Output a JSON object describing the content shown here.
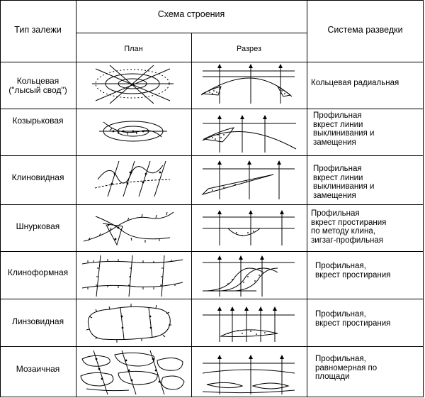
{
  "header": {
    "type_col": "Тип залежи",
    "scheme_col": "Схема строения",
    "plan_col": "План",
    "section_col": "Разрез",
    "system_col": "Система разведки"
  },
  "rows": [
    {
      "type": "Кольцевая\n(\"лысый свод\")",
      "system": "Кольцевая радиальная"
    },
    {
      "type": "Козырьковая",
      "system": "Профильная\nвкрест линии\nвыклинивания и\nзамещения"
    },
    {
      "type": "Клиновидная",
      "system": "Профильная\nвкрест линии\nвыклинивания и\nзамещения"
    },
    {
      "type": "Шнурковая",
      "system": "Профильная\nвкрест простирания\nпо методу клина,\nзигзаг-профильная"
    },
    {
      "type": "Клиноформная",
      "system": "Профильная,\nвкрест простирания"
    },
    {
      "type": "Линзовидная",
      "system": "Профильная,\nвкрест простирания"
    },
    {
      "type": "Мозаичная",
      "system": "Профильная,\nравномерная по\nплощади"
    }
  ]
}
